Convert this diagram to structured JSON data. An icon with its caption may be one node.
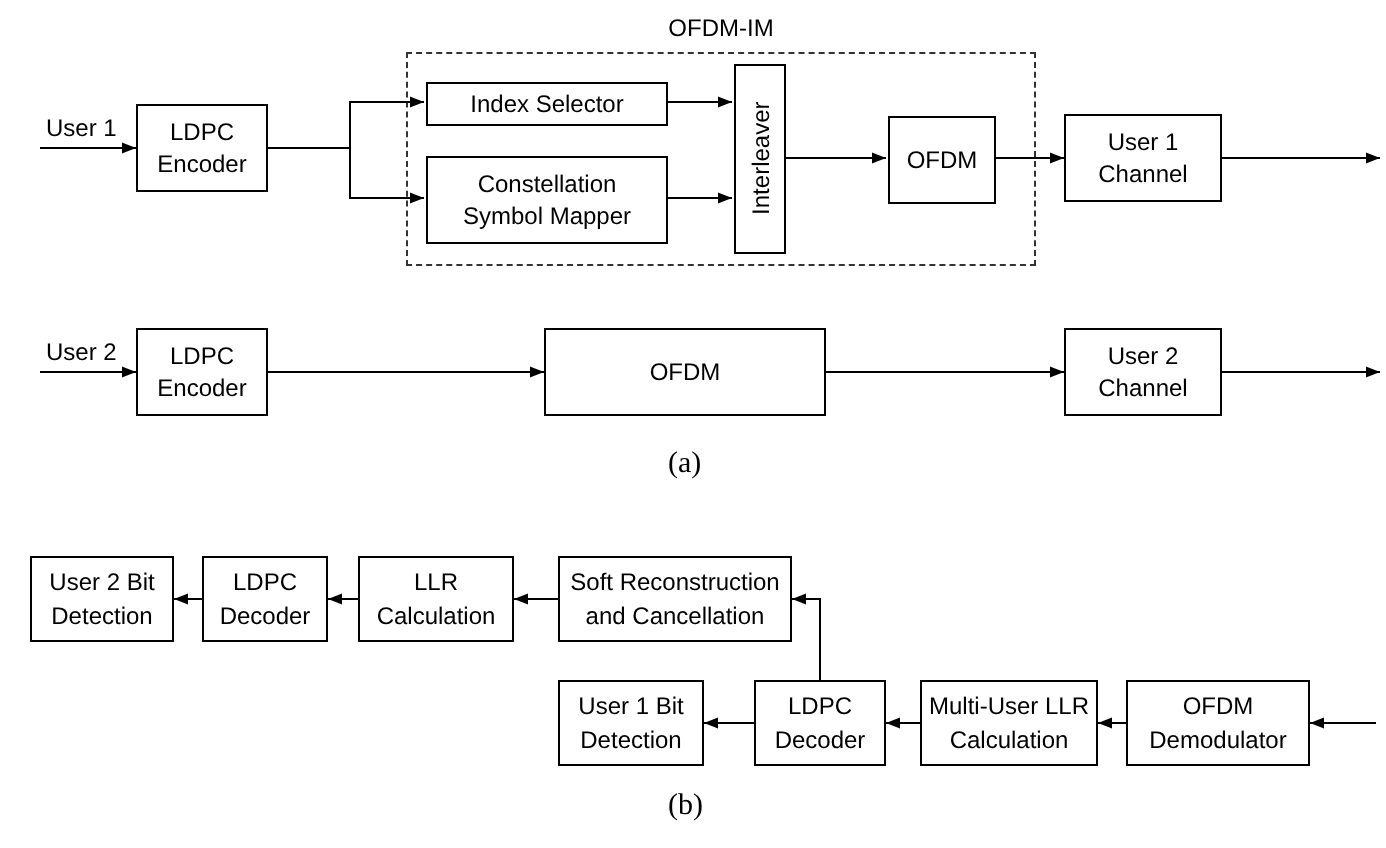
{
  "diagram": {
    "nodes": [
      {
        "text": [
          "LDPC Encoder"
        ]
      },
      {
        "text": [
          "OFDM-IM"
        ]
      },
      {
        "text": [
          "Index Selector"
        ],
        "in": 1
      },
      {
        "text": [
          "Constellation Symbol Mapper"
        ],
        "in": 1
      },
      {
        "text": [
          "Interleaver"
        ],
        "in": 1
      },
      {
        "text": [
          "OFDM"
        ],
        "in": 1
      },
      {
        "text": [
          "User 1 Channel"
        ]
      },
      {
        "text": [
          "LDPC Encoder"
        ]
      },
      {
        "text": [
          "OFDM"
        ]
      },
      {
        "text": [
          "User 2 Channel"
        ]
      },
      {
        "text": [
          "User 2 Bit Detection"
        ]
      },
      {
        "text": [
          "LDPC Decoder"
        ]
      },
      {
        "text": [
          "LLR Calculation"
        ]
      },
      {
        "text": [
          "Soft Reconstruction and Cancellation"
        ]
      },
      {
        "text": [
          "User 1 Bit Detection"
        ]
      },
      {
        "text": [
          "LDPC Decoder"
        ]
      },
      {
        "text": [
          "Multi-User LLR Calculation"
        ]
      },
      {
        "text": [
          "OFDM Demodulator"
        ]
      }
    ],
    "edges": [
      {
        "from": null,
        "to": 0,
        "arrow": "to",
        "label": "User 1"
      },
      {
        "from": 0,
        "to": 2,
        "arrow": "to"
      },
      {
        "from": 0,
        "to": 3,
        "arrow": "to"
      },
      {
        "from": 2,
        "to": 4,
        "arrow": "to"
      },
      {
        "from": 3,
        "to": 4,
        "arrow": "to"
      },
      {
        "from": 4,
        "to": 5,
        "arrow": "to"
      },
      {
        "from": 5,
        "to": 6,
        "arrow": "to"
      },
      {
        "from": 6,
        "to": null,
        "arrow": "to"
      },
      {
        "from": null,
        "to": 7,
        "arrow": "to",
        "label": "User 2"
      },
      {
        "from": 7,
        "to": 8,
        "arrow": "to"
      },
      {
        "from": 8,
        "to": 9,
        "arrow": "to"
      },
      {
        "from": 9,
        "to": null,
        "arrow": "to"
      },
      {
        "from": null,
        "to": 17,
        "arrow": "to"
      },
      {
        "from": 17,
        "to": 16,
        "arrow": "to"
      },
      {
        "from": 16,
        "to": 15,
        "arrow": "to"
      },
      {
        "from": 15,
        "to": 14,
        "arrow": "to"
      },
      {
        "from": 15,
        "to": 13,
        "arrow": "to"
      },
      {
        "from": 13,
        "to": 12,
        "arrow": "to"
      },
      {
        "from": 12,
        "to": 11,
        "arrow": "to"
      },
      {
        "from": 11,
        "to": 10,
        "arrow": "to"
      }
    ],
    "labels": [
      "(a)",
      "(b)"
    ]
  }
}
